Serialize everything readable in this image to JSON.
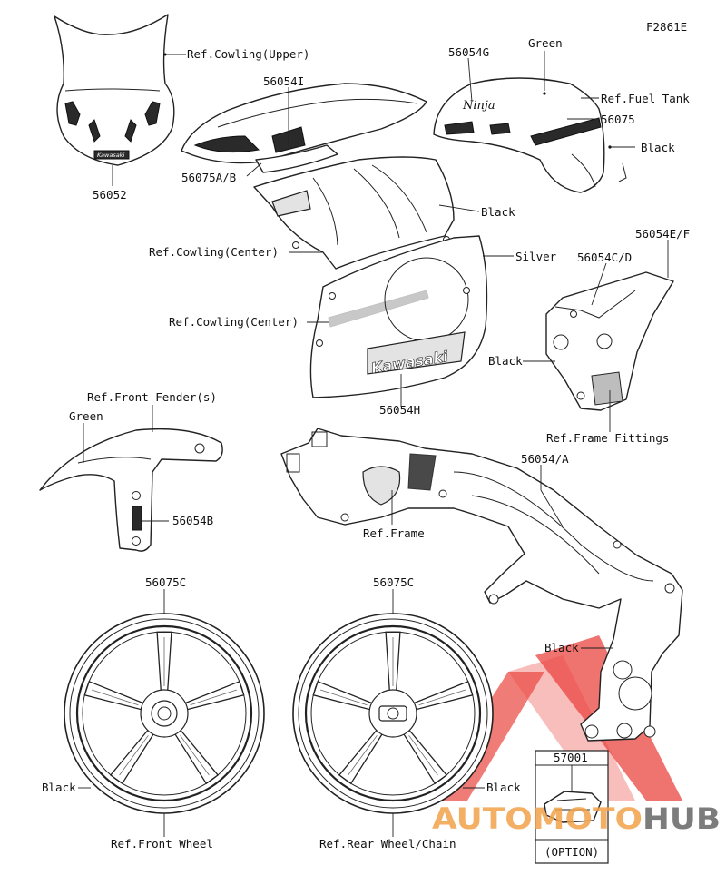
{
  "diagram": {
    "figure_code": "F2861E",
    "labels": {
      "ref_cowling_upper": "Ref.Cowling(Upper)",
      "p56052": "56052",
      "p56054I": "56054I",
      "p56075AB": "56075A/B",
      "p56054G": "56054G",
      "green_tank": "Green",
      "ref_fuel_tank": "Ref.Fuel Tank",
      "p56075": "56075",
      "black_tank": "Black",
      "black_cowl": "Black",
      "ref_cowling_center_1": "Ref.Cowling(Center)",
      "silver": "Silver",
      "p56054EF": "56054E/F",
      "p56054CD": "56054C/D",
      "ref_cowling_center_2": "Ref.Cowling(Center)",
      "black_fittings": "Black",
      "p56054H": "56054H",
      "ref_front_fenders": "Ref.Front Fender(s)",
      "green_fender": "Green",
      "ref_frame_fittings": "Ref.Frame Fittings",
      "p56054A": "56054/A",
      "p56054B": "56054B",
      "ref_frame": "Ref.Frame",
      "p56075C_front": "56075C",
      "p56075C_rear": "56075C",
      "black_frame": "Black",
      "p57001": "57001",
      "black_front_wheel": "Black",
      "black_rear_wheel": "Black",
      "ref_front_wheel": "Ref.Front Wheel",
      "ref_rear_wheel": "Ref.Rear Wheel/Chain",
      "option": "(OPTION)"
    },
    "decal_texts": {
      "kawasaki_small": "Kawasaki",
      "kawasaki_large": "Kawasaki",
      "ninja": "Ninja"
    }
  },
  "watermark": {
    "text_left": "AUTOMOTO",
    "text_right": "HUB",
    "colors": {
      "red": "#e8302a",
      "orange": "#f2a24a",
      "grey": "#6e6e6e"
    }
  }
}
